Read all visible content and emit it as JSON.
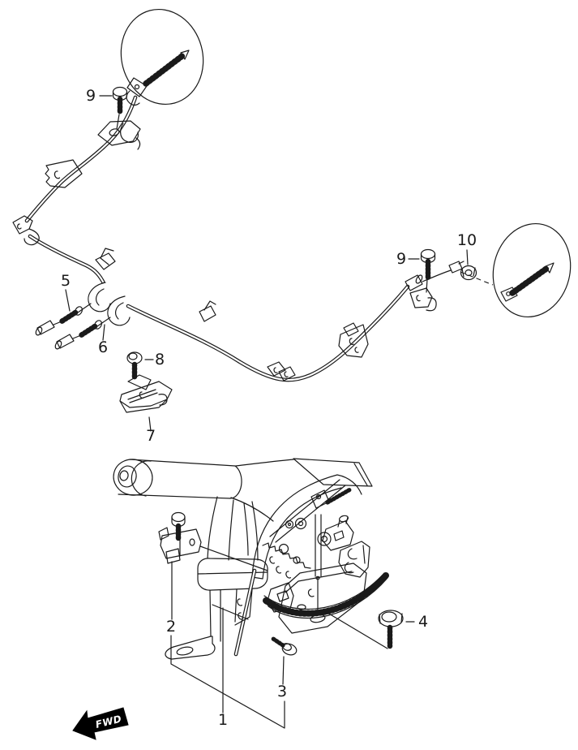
{
  "diagram": {
    "kind": "parts-diagram",
    "subject": "parking brake cable assembly",
    "orientation": {
      "fwd_label": "FWD"
    },
    "callouts": {
      "c1": {
        "label": "1"
      },
      "c2": {
        "label": "2"
      },
      "c3": {
        "label": "3"
      },
      "c4": {
        "label": "4"
      },
      "c5": {
        "label": "5"
      },
      "c6": {
        "label": "6"
      },
      "c7": {
        "label": "7"
      },
      "c8": {
        "label": "8"
      },
      "c9a": {
        "label": "9"
      },
      "c9b": {
        "label": "9"
      },
      "c10": {
        "label": "10"
      }
    },
    "colors": {
      "line": "#1a1a1a",
      "background": "#ffffff",
      "fwd_arrow_fill": "#000000",
      "fwd_arrow_text": "#ffffff"
    }
  }
}
